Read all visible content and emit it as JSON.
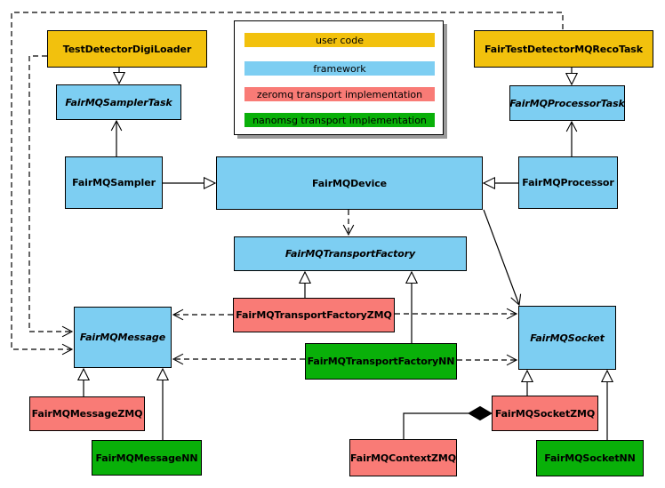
{
  "colors": {
    "user_code": "#f2c10d",
    "framework": "#7dcef2",
    "zeromq": "#f97b76",
    "nanomsg": "#09b009"
  },
  "legend": {
    "items": [
      {
        "label": "user code",
        "color_key": "user_code"
      },
      {
        "label": "framework",
        "color_key": "framework"
      },
      {
        "label": "zeromq transport implementation",
        "color_key": "zeromq"
      },
      {
        "label": "nanomsg transport implementation",
        "color_key": "nanomsg"
      }
    ]
  },
  "nodes": {
    "test_detector_digi_loader": {
      "label": "TestDetectorDigiLoader",
      "category": "user_code",
      "abstract": false
    },
    "fair_test_detector_mq_reco_task": {
      "label": "FairTestDetectorMQRecoTask",
      "category": "user_code",
      "abstract": false
    },
    "fairmq_sampler_task": {
      "label": "FairMQSamplerTask",
      "category": "framework",
      "abstract": true
    },
    "fairmq_processor_task": {
      "label": "FairMQProcessorTask",
      "category": "framework",
      "abstract": true
    },
    "fairmq_sampler": {
      "label": "FairMQSampler",
      "category": "framework",
      "abstract": false
    },
    "fairmq_device": {
      "label": "FairMQDevice",
      "category": "framework",
      "abstract": false
    },
    "fairmq_processor": {
      "label": "FairMQProcessor",
      "category": "framework",
      "abstract": false
    },
    "fairmq_transport_factory": {
      "label": "FairMQTransportFactory",
      "category": "framework",
      "abstract": true
    },
    "fairmq_transport_factory_zmq": {
      "label": "FairMQTransportFactoryZMQ",
      "category": "zeromq",
      "abstract": false
    },
    "fairmq_transport_factory_nn": {
      "label": "FairMQTransportFactoryNN",
      "category": "nanomsg",
      "abstract": false
    },
    "fairmq_message": {
      "label": "FairMQMessage",
      "category": "framework",
      "abstract": true
    },
    "fairmq_socket": {
      "label": "FairMQSocket",
      "category": "framework",
      "abstract": true
    },
    "fairmq_message_zmq": {
      "label": "FairMQMessageZMQ",
      "category": "zeromq",
      "abstract": false
    },
    "fairmq_message_nn": {
      "label": "FairMQMessageNN",
      "category": "nanomsg",
      "abstract": false
    },
    "fairmq_socket_zmq": {
      "label": "FairMQSocketZMQ",
      "category": "zeromq",
      "abstract": false
    },
    "fairmq_socket_nn": {
      "label": "FairMQSocketNN",
      "category": "nanomsg",
      "abstract": false
    },
    "fairmq_context_zmq": {
      "label": "FairMQContextZMQ",
      "category": "zeromq",
      "abstract": false
    }
  },
  "edges": [
    {
      "from": "TestDetectorDigiLoader",
      "to": "FairMQSamplerTask",
      "type": "inheritance"
    },
    {
      "from": "FairTestDetectorMQRecoTask",
      "to": "FairMQProcessorTask",
      "type": "inheritance"
    },
    {
      "from": "FairMQSampler",
      "to": "FairMQSamplerTask",
      "type": "association"
    },
    {
      "from": "FairMQProcessor",
      "to": "FairMQProcessorTask",
      "type": "association"
    },
    {
      "from": "FairMQSampler",
      "to": "FairMQDevice",
      "type": "inheritance"
    },
    {
      "from": "FairMQProcessor",
      "to": "FairMQDevice",
      "type": "inheritance"
    },
    {
      "from": "FairMQDevice",
      "to": "FairMQTransportFactory",
      "type": "dependency"
    },
    {
      "from": "FairMQDevice",
      "to": "FairMQSocket",
      "type": "association"
    },
    {
      "from": "FairMQTransportFactoryZMQ",
      "to": "FairMQTransportFactory",
      "type": "inheritance"
    },
    {
      "from": "FairMQTransportFactoryNN",
      "to": "FairMQTransportFactory",
      "type": "inheritance"
    },
    {
      "from": "FairMQMessageZMQ",
      "to": "FairMQMessage",
      "type": "inheritance"
    },
    {
      "from": "FairMQMessageNN",
      "to": "FairMQMessage",
      "type": "inheritance"
    },
    {
      "from": "FairMQSocketZMQ",
      "to": "FairMQSocket",
      "type": "inheritance"
    },
    {
      "from": "FairMQSocketNN",
      "to": "FairMQSocket",
      "type": "inheritance"
    },
    {
      "from": "FairMQTransportFactoryZMQ",
      "to": "FairMQMessage",
      "type": "dependency"
    },
    {
      "from": "FairMQTransportFactoryNN",
      "to": "FairMQMessage",
      "type": "dependency"
    },
    {
      "from": "FairMQTransportFactoryZMQ",
      "to": "FairMQSocket",
      "type": "dependency"
    },
    {
      "from": "FairMQTransportFactoryNN",
      "to": "FairMQSocket",
      "type": "dependency"
    },
    {
      "from": "TestDetectorDigiLoader",
      "to": "FairMQMessage",
      "type": "dependency"
    },
    {
      "from": "FairTestDetectorMQRecoTask",
      "to": "FairMQMessage",
      "type": "dependency"
    },
    {
      "from": "FairMQContextZMQ",
      "to": "FairMQSocketZMQ",
      "type": "composition"
    }
  ]
}
